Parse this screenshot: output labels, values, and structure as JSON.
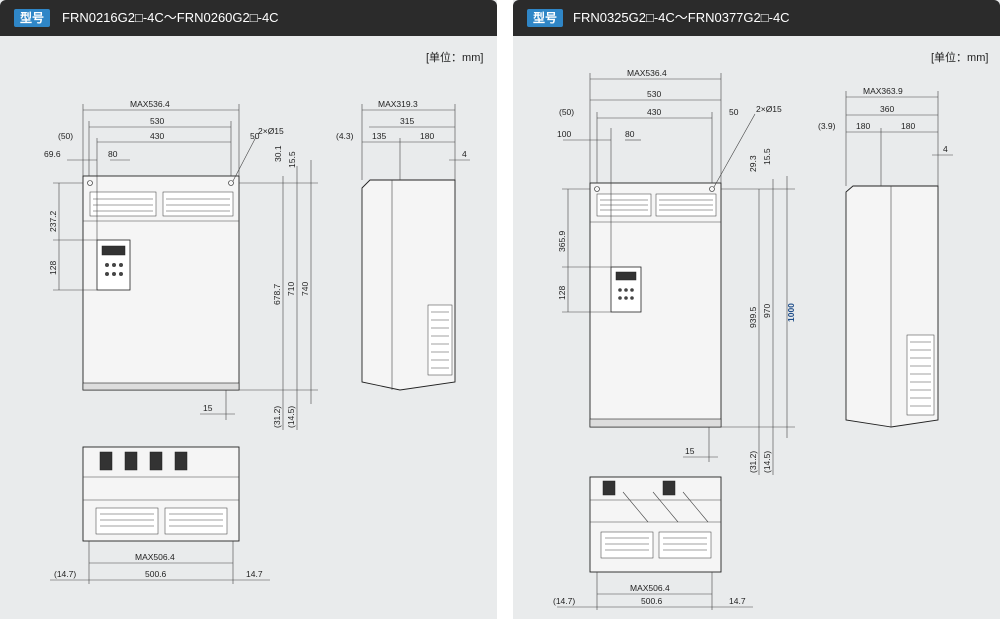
{
  "left": {
    "tag": "型号",
    "model": "FRN0216G2□-4C～FRN0260G2□-4C",
    "unit": "[单位：mm]",
    "dims": {
      "max_w": "MAX536.4",
      "w530": "530",
      "w50p": "(50)",
      "w430": "430",
      "w50": "50",
      "d696": "69.6",
      "d80": "80",
      "hole": "2×Ø15",
      "h301": "30.1",
      "h155": "15.5",
      "h2372": "237.2",
      "h128": "128",
      "h6787": "678.7",
      "h710": "710",
      "h740": "740",
      "b15": "15",
      "b312": "(31.2)",
      "b145": "(14.5)",
      "side_max": "MAX319.3",
      "side_315": "315",
      "side_43": "(4.3)",
      "side_135": "135",
      "side_180": "180",
      "side_4": "4",
      "bot_max": "MAX506.4",
      "bot_5006": "500.6",
      "bot_147l": "(14.7)",
      "bot_147r": "14.7"
    }
  },
  "right": {
    "tag": "型号",
    "model": "FRN0325G2□-4C～FRN0377G2□-4C",
    "unit": "[单位：mm]",
    "dims": {
      "max_w": "MAX536.4",
      "w530": "530",
      "w50p": "(50)",
      "w430": "430",
      "w50": "50",
      "d100": "100",
      "d80": "80",
      "hole": "2×Ø15",
      "h293": "29.3",
      "h155": "15.5",
      "h3659": "365.9",
      "h128": "128",
      "h9395": "939.5",
      "h970": "970",
      "h1000": "1000",
      "b15": "15",
      "b312": "(31.2)",
      "b145": "(14.5)",
      "side_max": "MAX363.9",
      "side_360": "360",
      "side_39": "(3.9)",
      "side_180a": "180",
      "side_180b": "180",
      "side_4": "4",
      "bot_max": "MAX506.4",
      "bot_5006": "500.6",
      "bot_147l": "(14.7)",
      "bot_147r": "14.7"
    }
  },
  "colors": {
    "header": "#2b2b2b",
    "tag": "#2f86c7",
    "panel": "#e9ebec",
    "highlight_dim": "#1f4e8a"
  }
}
